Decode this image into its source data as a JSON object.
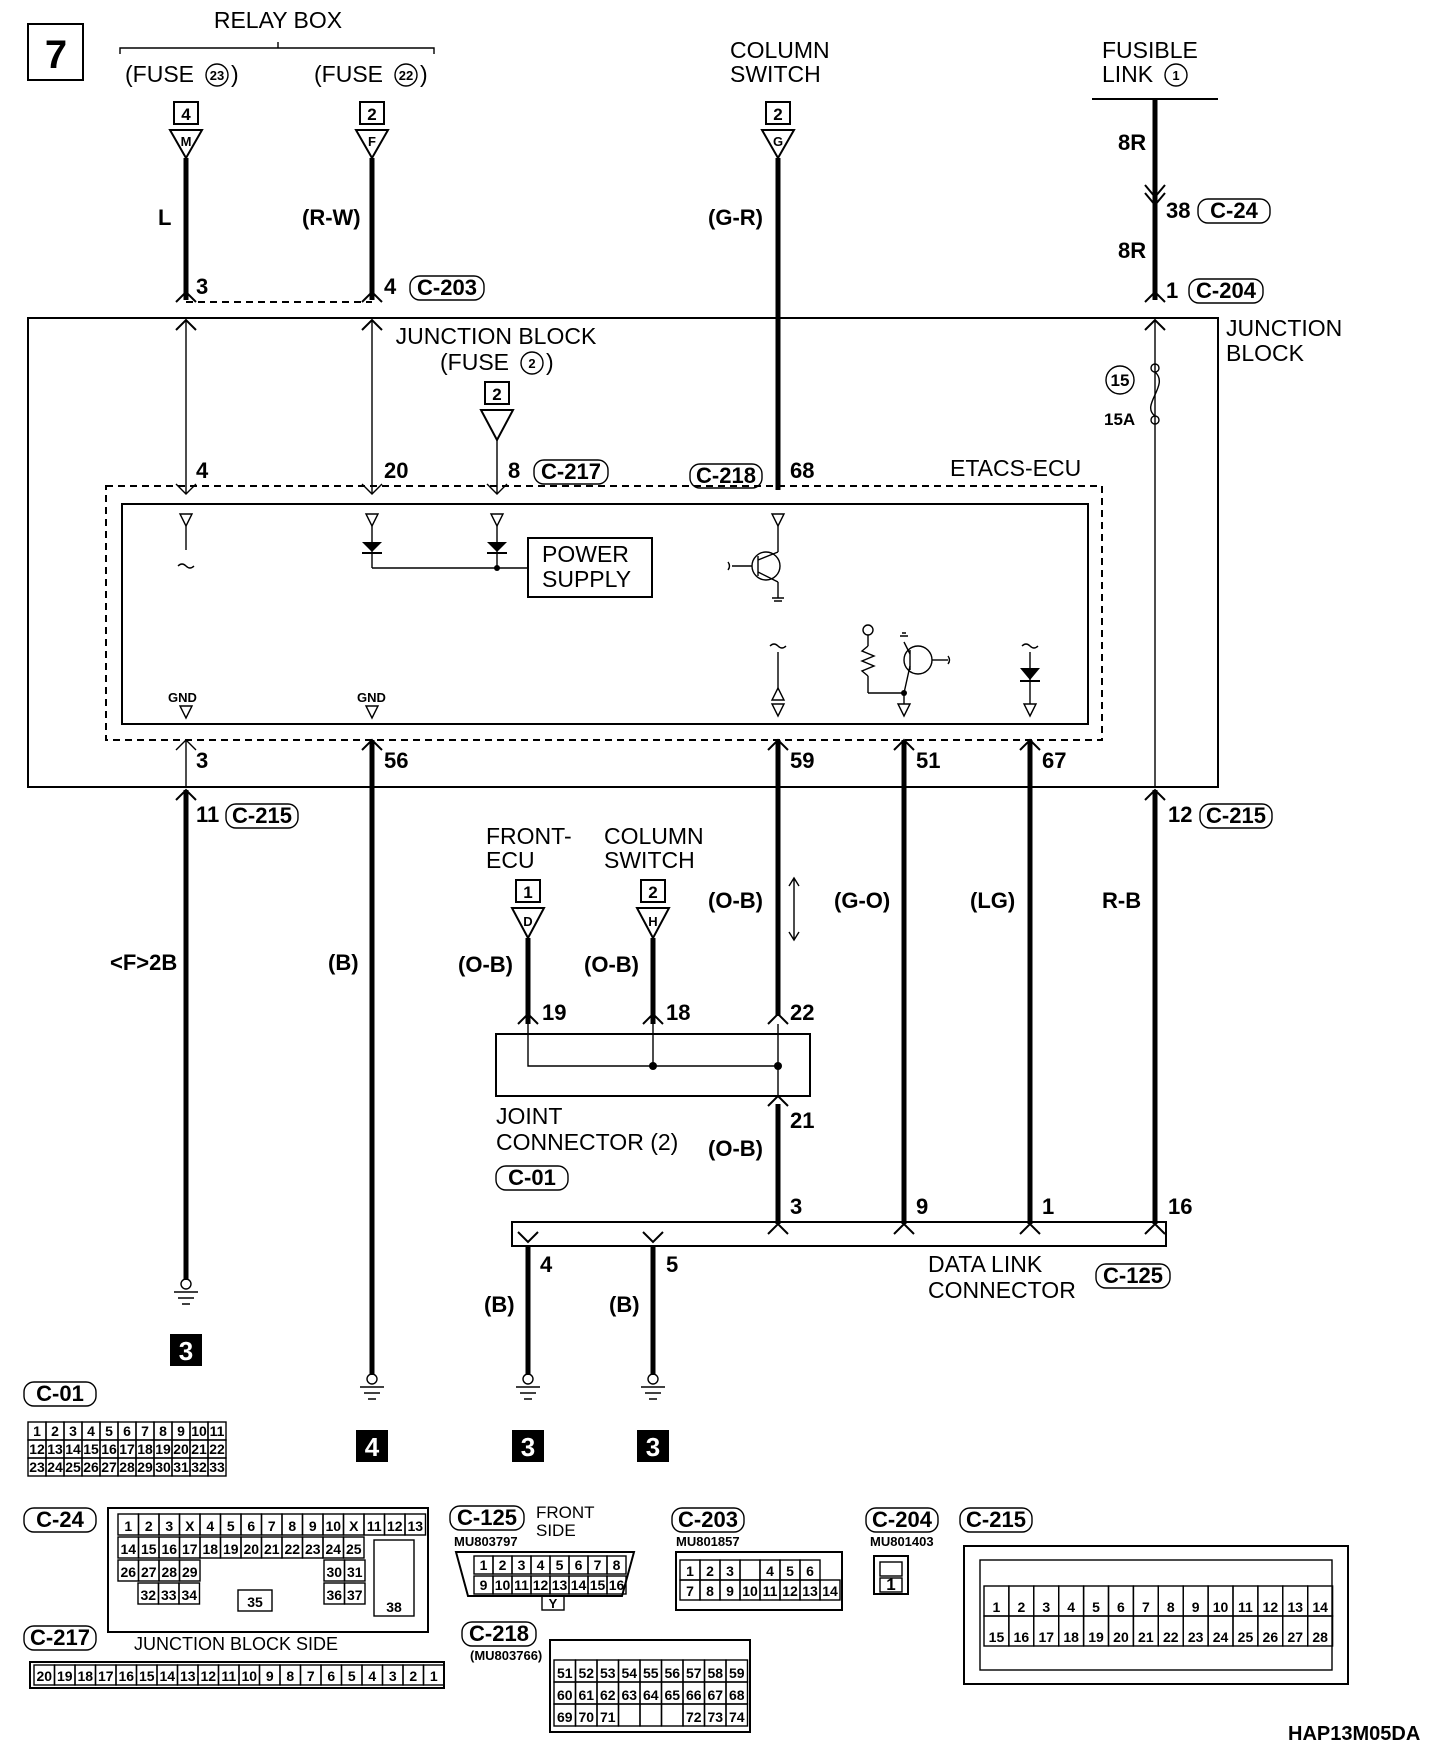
{
  "page": {
    "number": "7",
    "code": "HAP13M05DA"
  },
  "sources": {
    "relay_box": "RELAY BOX",
    "fuse_23": "(FUSE",
    "fuse_23_num": "23",
    "fuse_22": "(FUSE",
    "fuse_22_num": "22",
    "paren_close": ")",
    "column_switch_top": [
      "COLUMN",
      "SWITCH"
    ],
    "fusible_link": [
      "FUSIBLE",
      "LINK"
    ],
    "fusible_link_num": "1"
  },
  "source_terminals": {
    "relay_23_num": "4",
    "relay_23_letter": "M",
    "relay_22_num": "2",
    "relay_22_letter": "F",
    "column_num": "2",
    "column_letter": "G"
  },
  "wires": {
    "l": "L",
    "rw": "(R-W)",
    "gr": "(G-R)",
    "r8_top": "8R",
    "r8_bottom": "8R",
    "f2b": "<F>2B",
    "b_gnd4": "(B)",
    "ob_main": "(O-B)",
    "go": "(G-O)",
    "lg": "(LG)",
    "rb": "R-B",
    "ob_front": "(O-B)",
    "ob_col": "(O-B)",
    "ob_21": "(O-B)",
    "b_dlc4": "(B)",
    "b_dlc5": "(B)"
  },
  "pins": {
    "p38": "38",
    "c24": "C-24",
    "p3_top": "3",
    "p4_top": "4",
    "c203": "C-203",
    "p1_top": "1",
    "c204": "C-204",
    "jb_4": "4",
    "jb_20": "20",
    "jb_8": "8",
    "c217": "C-217",
    "c218": "C-218",
    "jb_68": "68",
    "jb_3": "3",
    "jb_56": "56",
    "jb_59": "59",
    "jb_51": "51",
    "jb_67": "67",
    "p11": "11",
    "c215_left": "C-215",
    "p12": "12",
    "c215_right": "C-215",
    "jc_19": "19",
    "jc_18": "18",
    "jc_22": "22",
    "jc_21": "21",
    "dlc_3": "3",
    "dlc_9": "9",
    "dlc_1": "1",
    "dlc_16": "16",
    "dlc_4": "4",
    "dlc_5": "5"
  },
  "junction_block": {
    "label": [
      "JUNCTION",
      "BLOCK"
    ],
    "inner_label": "JUNCTION BLOCK",
    "fuse2": "(FUSE",
    "fuse2_num": "2",
    "fuse2_close": ")",
    "fuse_box_num": "2",
    "fuse15": "15",
    "amps": "15A"
  },
  "ecu": {
    "label": "ETACS-ECU",
    "power_supply": [
      "POWER",
      "SUPPLY"
    ],
    "gnd_left": "GND",
    "gnd_mid": "GND"
  },
  "lower_sources": {
    "front_ecu": [
      "FRONT-",
      "ECU"
    ],
    "column_switch": [
      "COLUMN",
      "SWITCH"
    ],
    "front_num": "1",
    "front_letter": "D",
    "col_num": "2",
    "col_letter": "H"
  },
  "joint_connector": {
    "label": [
      "JOINT",
      "CONNECTOR (2)"
    ],
    "ref": "C-01"
  },
  "dlc": {
    "label": [
      "DATA LINK",
      "CONNECTOR"
    ],
    "ref": "C-125"
  },
  "grounds": {
    "g1": "3",
    "g2": "4",
    "g3": "3",
    "g4": "3"
  },
  "connectors": {
    "c01": {
      "ref": "C-01",
      "rows": [
        [
          "1",
          "2",
          "3",
          "4",
          "5",
          "6",
          "7",
          "8",
          "9",
          "10",
          "11"
        ],
        [
          "12",
          "13",
          "14",
          "15",
          "16",
          "17",
          "18",
          "19",
          "20",
          "21",
          "22"
        ],
        [
          "23",
          "24",
          "25",
          "26",
          "27",
          "28",
          "29",
          "30",
          "31",
          "32",
          "33"
        ]
      ]
    },
    "c24": {
      "ref": "C-24",
      "row1": [
        "1",
        "2",
        "3",
        "X",
        "4",
        "5",
        "6",
        "7",
        "8",
        "9",
        "10",
        "X",
        "11",
        "12",
        "13"
      ],
      "row2": [
        "14",
        "15",
        "16",
        "17",
        "18",
        "19",
        "20",
        "21",
        "22",
        "23",
        "24",
        "25"
      ],
      "row3": [
        "26",
        "27",
        "28",
        "29",
        "30",
        "31"
      ],
      "row4": [
        "32",
        "33",
        "34",
        "35",
        "36",
        "37"
      ],
      "big": "38"
    },
    "c125": {
      "ref": "C-125",
      "note": [
        "FRONT",
        "SIDE"
      ],
      "part": "MU803797",
      "row1": [
        "1",
        "2",
        "3",
        "4",
        "5",
        "6",
        "7",
        "8"
      ],
      "row2": [
        "9",
        "10",
        "11",
        "12",
        "13",
        "14",
        "15",
        "16"
      ],
      "key": "Y"
    },
    "c203": {
      "ref": "C-203",
      "part": "MU801857",
      "row1": [
        "1",
        "2",
        "3",
        "",
        "4",
        "5",
        "6"
      ],
      "row2": [
        "7",
        "8",
        "9",
        "10",
        "11",
        "12",
        "13",
        "14"
      ]
    },
    "c204": {
      "ref": "C-204",
      "part": "MU801403",
      "pin": "1"
    },
    "c215": {
      "ref": "C-215",
      "row1": [
        "1",
        "2",
        "3",
        "4",
        "5",
        "6",
        "7",
        "8",
        "9",
        "10",
        "11",
        "12",
        "13",
        "14"
      ],
      "row2": [
        "15",
        "16",
        "17",
        "18",
        "19",
        "20",
        "21",
        "22",
        "23",
        "24",
        "25",
        "26",
        "27",
        "28"
      ]
    },
    "c217": {
      "ref": "C-217",
      "note": "JUNCTION BLOCK SIDE",
      "pins": [
        "20",
        "19",
        "18",
        "17",
        "16",
        "15",
        "14",
        "13",
        "12",
        "11",
        "10",
        "9",
        "8",
        "7",
        "6",
        "5",
        "4",
        "3",
        "2",
        "1"
      ]
    },
    "c218": {
      "ref": "C-218",
      "part": "(MU803766)",
      "row1": [
        "51",
        "52",
        "53",
        "54",
        "55",
        "56",
        "57",
        "58",
        "59"
      ],
      "row2": [
        "60",
        "61",
        "62",
        "63",
        "64",
        "65",
        "66",
        "67",
        "68"
      ],
      "row3": [
        "69",
        "70",
        "71",
        "",
        "",
        "",
        "72",
        "73",
        "74"
      ]
    }
  }
}
